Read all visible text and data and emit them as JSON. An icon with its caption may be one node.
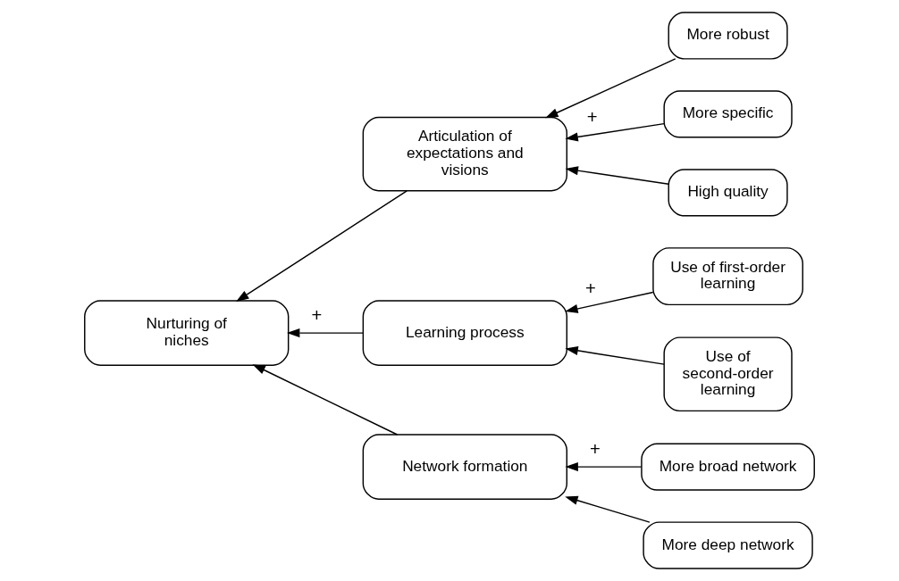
{
  "diagram": {
    "nodes": [
      {
        "text": [
          "Nurturing of niches"
        ]
      },
      {
        "text": [
          "Articulation of expectations and visions"
        ]
      },
      {
        "text": [
          "Learning process"
        ]
      },
      {
        "text": [
          "Network formation"
        ]
      },
      {
        "text": [
          "More robust"
        ]
      },
      {
        "text": [
          "More specific"
        ]
      },
      {
        "text": [
          "High quality"
        ]
      },
      {
        "text": [
          "Use of first-order learning"
        ]
      },
      {
        "text": [
          "Use of second-order learning"
        ]
      },
      {
        "text": [
          "More broad network"
        ]
      },
      {
        "text": [
          "More deep network"
        ]
      }
    ],
    "edges": [
      {
        "from": 1,
        "to": 0,
        "arrow": "to"
      },
      {
        "from": 2,
        "to": 0,
        "arrow": "to",
        "label": "+"
      },
      {
        "from": 3,
        "to": 0,
        "arrow": "to"
      },
      {
        "from": 4,
        "to": 1,
        "arrow": "to"
      },
      {
        "from": 5,
        "to": 1,
        "arrow": "to",
        "label": "+"
      },
      {
        "from": 6,
        "to": 1,
        "arrow": "to"
      },
      {
        "from": 7,
        "to": 2,
        "arrow": "to",
        "label": "+"
      },
      {
        "from": 8,
        "to": 2,
        "arrow": "to"
      },
      {
        "from": 9,
        "to": 3,
        "arrow": "to",
        "label": "+"
      },
      {
        "from": 10,
        "to": 3,
        "arrow": "to"
      }
    ]
  }
}
